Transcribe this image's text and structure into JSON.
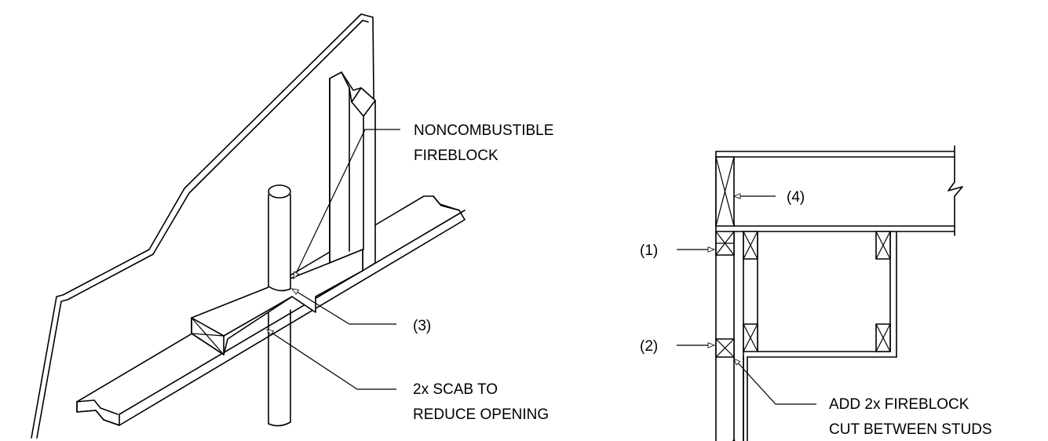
{
  "left_detail": {
    "callout_fireblock": [
      "NONCOMBUSTIBLE",
      "FIREBLOCK"
    ],
    "callout_3": "(3)",
    "callout_scab": [
      "2x SCAB TO",
      "REDUCE OPENING"
    ]
  },
  "right_detail": {
    "callout_4": "(4)",
    "callout_1": "(1)",
    "callout_2": "(2)",
    "callout_add": [
      "ADD 2x FIREBLOCK",
      "CUT BETWEEN STUDS"
    ]
  }
}
